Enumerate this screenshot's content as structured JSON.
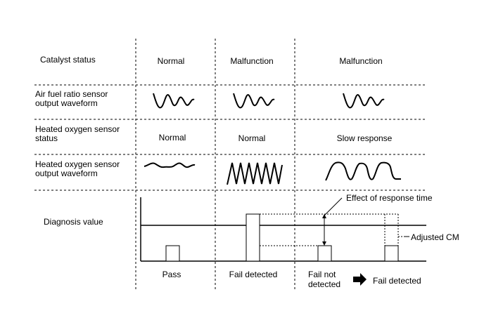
{
  "rows": {
    "catalyst_status": {
      "label": "Catalyst status",
      "normal": "Normal",
      "malfunction_1": "Malfunction",
      "malfunction_2": "Malfunction"
    },
    "af_sensor": {
      "label_line1": "Air fuel ratio sensor",
      "label_line2": "output waveform"
    },
    "ho2_status": {
      "label_line1": "Heated oxygen sensor",
      "label_line2": "status",
      "normal_1": "Normal",
      "normal_2": "Normal",
      "slow": "Slow response"
    },
    "ho2_waveform": {
      "label_line1": "Heated oxygen sensor",
      "label_line2": "output waveform"
    },
    "diagnosis": {
      "label": "Diagnosis value",
      "effect_label": "Effect of response time",
      "adjusted_label": "Adjusted CM"
    }
  },
  "results": {
    "pass": "Pass",
    "fail_detected": "Fail detected",
    "fail_not_line1": "Fail not",
    "fail_not_line2": "detected",
    "fail_detected_2": "Fail detected"
  }
}
